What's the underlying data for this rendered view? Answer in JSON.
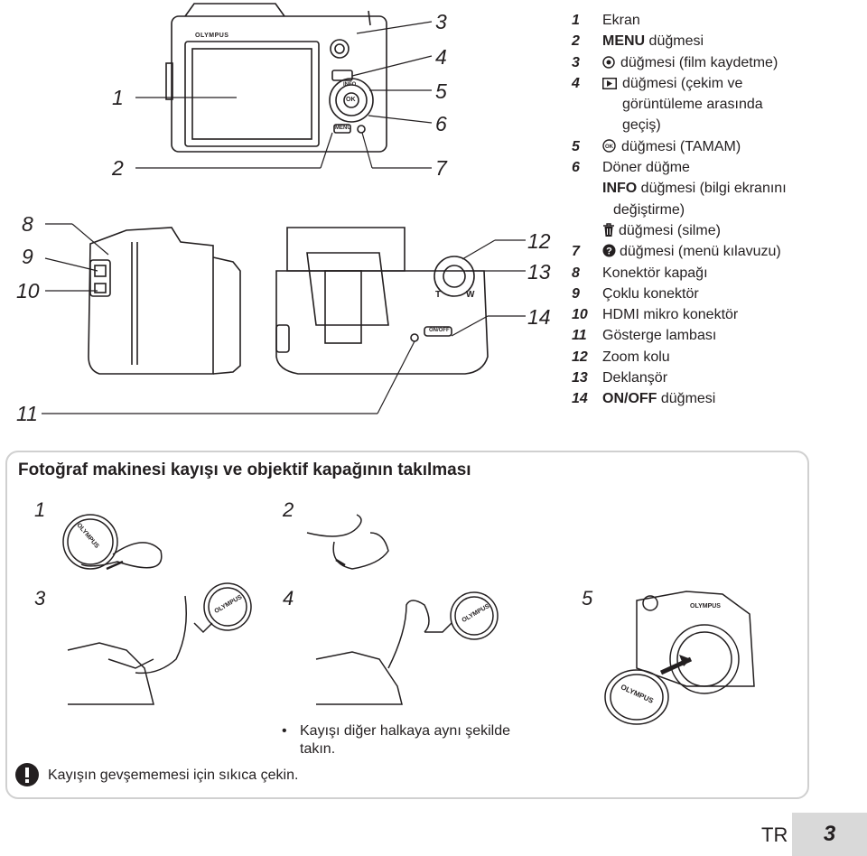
{
  "camera_diagram": {
    "brand_logo": "OLYMPUS",
    "button_labels": {
      "info": "INFO",
      "ok": "OK",
      "menu": "MENU",
      "on_off": "ON/OFF",
      "tele": "T",
      "wide": "W"
    },
    "callouts": [
      "1",
      "2",
      "3",
      "4",
      "5",
      "6",
      "7",
      "8",
      "9",
      "10",
      "11",
      "12",
      "13",
      "14"
    ]
  },
  "legend": [
    {
      "num": "1",
      "text": "Ekran"
    },
    {
      "num": "2",
      "bold": "MENU",
      "text": " düğmesi"
    },
    {
      "num": "3",
      "text": "düğmesi (film kaydetme)",
      "icon": "record-icon"
    },
    {
      "num": "4",
      "text": "düğmesi (çekim ve",
      "icon": "play-icon"
    },
    {
      "num": "",
      "text": "görüntüleme arasında"
    },
    {
      "num": "",
      "text": "geçiş)"
    },
    {
      "num": "5",
      "text": "düğmesi (TAMAM)",
      "icon": "ok-icon"
    },
    {
      "num": "6",
      "text": "Döner düğme"
    },
    {
      "num": "",
      "bold": "INFO",
      "text": " düğmesi (bilgi ekranını"
    },
    {
      "num": "",
      "text": "değiştirme)"
    },
    {
      "num": "",
      "text": "düğmesi (silme)",
      "icon": "trash-icon"
    },
    {
      "num": "7",
      "text": "düğmesi (menü kılavuzu)",
      "icon": "help-icon"
    },
    {
      "num": "8",
      "text": "Konektör kapağı"
    },
    {
      "num": "9",
      "text": "Çoklu konektör"
    },
    {
      "num": "10",
      "text": "HDMI mikro konektör"
    },
    {
      "num": "11",
      "text": "Gösterge lambası"
    },
    {
      "num": "12",
      "text": "Zoom kolu"
    },
    {
      "num": "13",
      "text": "Deklanşör"
    },
    {
      "num": "14",
      "bold": "ON/OFF",
      "text": " düğmesi"
    }
  ],
  "section": {
    "title": "Fotoğraf makinesi kayışı ve objektif kapağının takılması",
    "steps": [
      "1",
      "2",
      "3",
      "4",
      "5"
    ],
    "bullet_note": "Kayışı diğer halkaya aynı şekilde takın.",
    "warning_note": "Kayışın gevşememesi için sıkıca çekin."
  },
  "footer": {
    "lang": "TR",
    "page": "3"
  },
  "colors": {
    "ink": "#231f20",
    "box_border": "#d0d0d0",
    "page_tab": "#d9d9d9"
  }
}
